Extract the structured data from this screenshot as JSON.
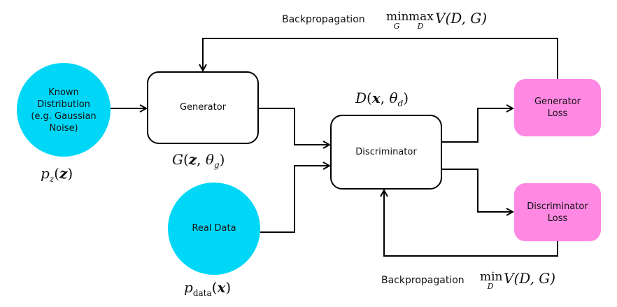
{
  "nodes": {
    "known_distribution": "Known\nDistribution\n(e.g. Gaussian\nNoise)",
    "real_data": "Real Data",
    "generator": "Generator",
    "discriminator": "Discriminator",
    "generator_loss": "Generator\nLoss",
    "discriminator_loss": "Discriminator\nLoss"
  },
  "labels": {
    "backprop_top": "Backpropagation",
    "backprop_bottom": "Backpropagation"
  },
  "math": {
    "pz": {
      "base": "p",
      "sub": "z",
      "arg": "z"
    },
    "pdata": {
      "base": "p",
      "sub": "data",
      "arg": "x"
    },
    "G": {
      "fn": "G",
      "arg": "z",
      "param": "θ",
      "param_sub": "g"
    },
    "D": {
      "fn": "D",
      "arg": "x",
      "param": "θ",
      "param_sub": "d"
    },
    "top_objective": {
      "op1": "min",
      "op1_sub": "G",
      "op2": "max",
      "op2_sub": "D",
      "expr": "V(D, G)"
    },
    "bottom_objective": {
      "op1": "min",
      "op1_sub": "D",
      "expr": "V(D, G)"
    }
  },
  "colors": {
    "circle": "#00d7f7",
    "loss": "#ff88e3",
    "stroke": "#000000"
  }
}
